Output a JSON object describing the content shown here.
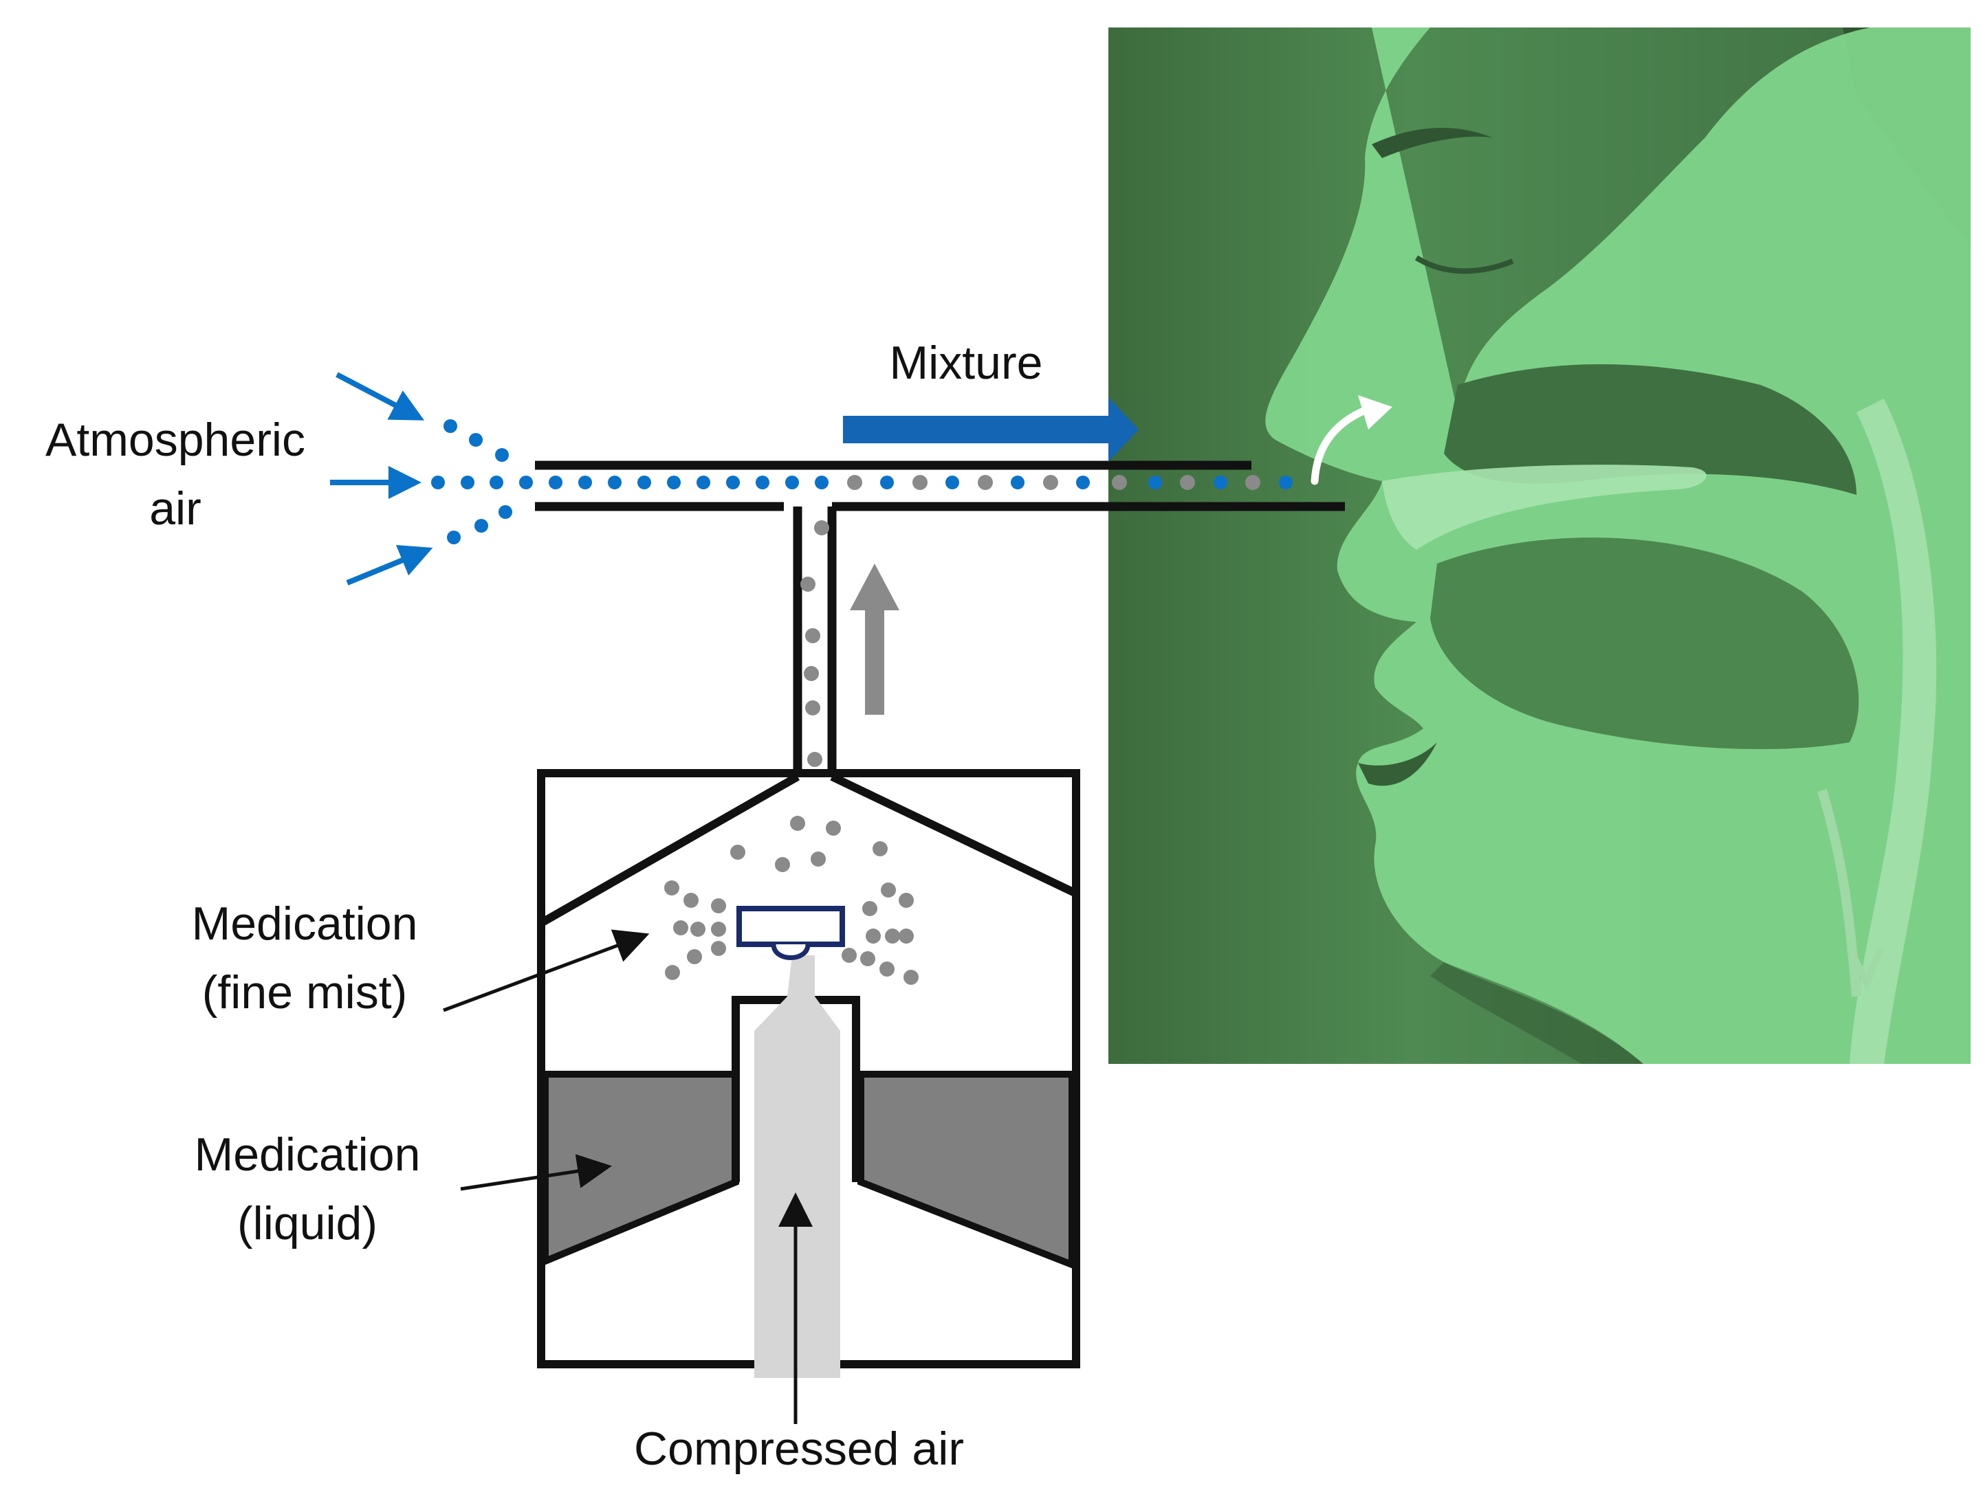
{
  "labels": {
    "atmospheric_air": [
      "Atmospheric",
      "air"
    ],
    "mixture": "Mixture",
    "medication_mist": [
      "Medication",
      "(fine mist)"
    ],
    "medication_liquid": [
      "Medication",
      "(liquid)"
    ],
    "compressed_air": "Compressed air"
  },
  "colors": {
    "air_blue": "#0a72c8",
    "mixture_arrow_blue": "#1565b5",
    "medication_gray": "#8a8a8a",
    "liquid_gray": "#808080",
    "compressed_air_gray": "#d6d6d6",
    "head_panel_dark": "#3d6b3d",
    "head_panel_light": "#7fd48a",
    "outline_black": "#111111",
    "nozzle_navy": "#1a2b6b"
  },
  "icons": {
    "panel": "human-head-sagittal-section",
    "flow": "arrows"
  }
}
